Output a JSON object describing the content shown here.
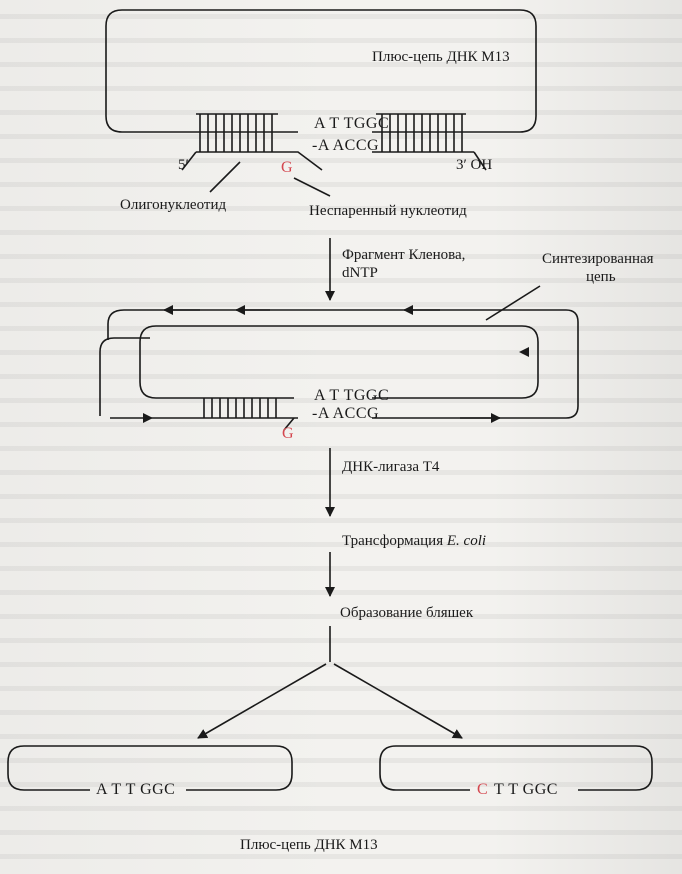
{
  "title_top": "Плюс-цепь ДНК М13",
  "seq_top_1": "A T TGGC",
  "seq_top_2": "-A ACCG",
  "end_5": "5′",
  "end_3": "3′ OH",
  "mismatch_base": "G",
  "label_oligo": "Олигонуклеотид",
  "label_unpaired": "Неспаренный нуклеотид",
  "step1_line1": "Фрагмент Кленова,",
  "step1_line2": "dNTP",
  "label_synth_1": "Синтезированная",
  "label_synth_2": "цепь",
  "seq_mid_1": "A T TGGC",
  "seq_mid_2": "-A ACCG",
  "mismatch_base_mid": "G",
  "step2": "ДНК-лигаза Т4",
  "step3_text": "Трансформация ",
  "step3_italic": "E. coli",
  "step4": "Образование бляшек",
  "seq_left": "A T T GGC",
  "seq_right_mut": "C",
  "seq_right_rest": "T T GGC",
  "title_bottom": "Плюс-цепь ДНК М13",
  "colors": {
    "ink": "#1a1a1a",
    "mutation": "#d4474f",
    "paper": "#f3f2ef"
  }
}
